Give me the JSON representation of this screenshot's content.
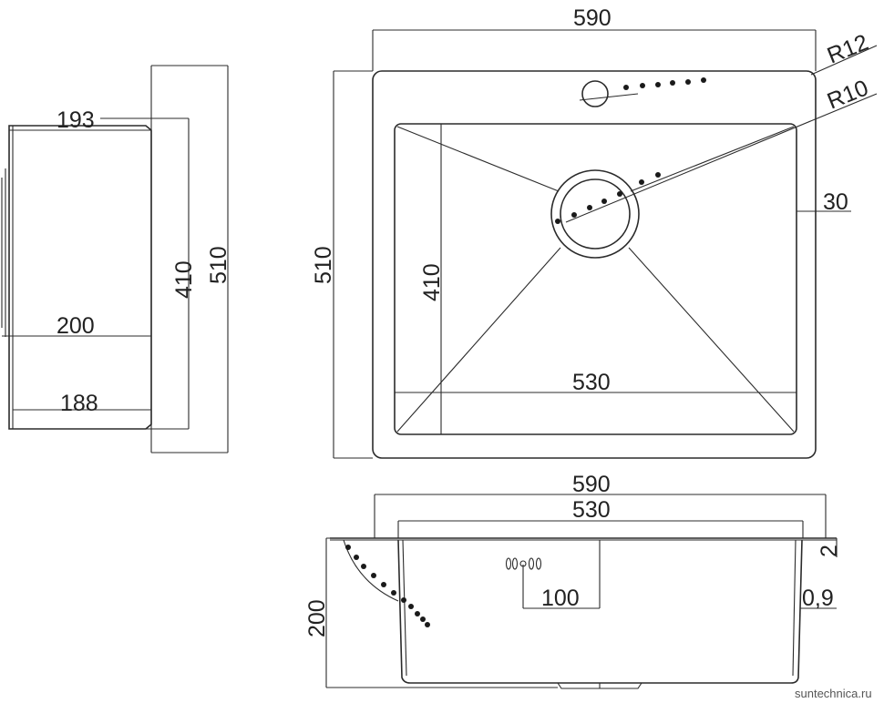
{
  "side_view": {
    "dim_193": "193",
    "dim_200": "200",
    "dim_188": "188",
    "dim_410": "410",
    "dim_510": "510"
  },
  "top_view": {
    "dim_590": "590",
    "dim_r12": "R12",
    "dim_r10": "R10",
    "dim_30": "30",
    "dim_510": "510",
    "dim_410": "410",
    "dim_530": "530"
  },
  "front_view": {
    "dim_590": "590",
    "dim_530": "530",
    "dim_2": "2",
    "dim_09": "0,9",
    "dim_200": "200",
    "dim_100": "100"
  },
  "watermark": "suntechnica.ru"
}
